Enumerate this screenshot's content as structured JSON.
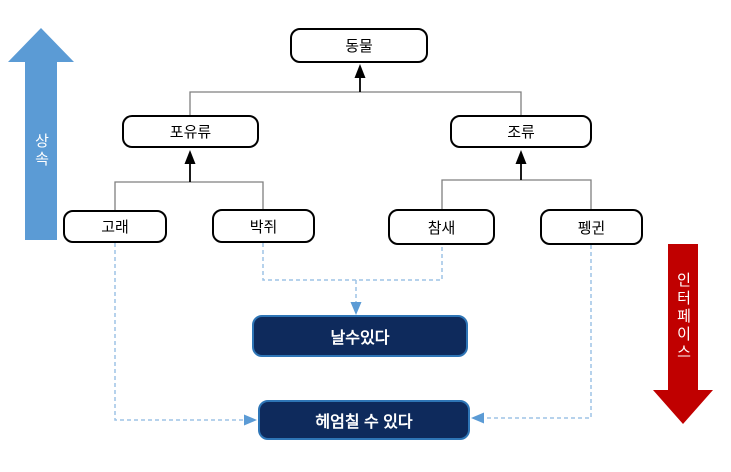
{
  "diagram": {
    "nodes": {
      "animal": {
        "label": "동물"
      },
      "mammal": {
        "label": "포유류"
      },
      "bird": {
        "label": "조류"
      },
      "whale": {
        "label": "고래"
      },
      "bat": {
        "label": "박쥐"
      },
      "sparrow": {
        "label": "참새"
      },
      "penguin": {
        "label": "펭귄"
      }
    },
    "interfaces": {
      "can_fly": {
        "label": "날수있다"
      },
      "can_swim": {
        "label": "헤엄칠 수 있다"
      }
    },
    "side_arrows": {
      "inheritance": {
        "label": "상속"
      },
      "interface": {
        "label": "인터페이스"
      }
    },
    "colors": {
      "background": "#FFFFFF",
      "inheritance_arrow": "#5B9BD5",
      "interface_arrow": "#C00000",
      "interface_box_fill": "#0E2A5C",
      "interface_box_border": "#2E75B6",
      "node_fill": "#FFFFFF",
      "node_border": "#000000",
      "tree_line": "#7F7F7F",
      "tree_arrowhead": "#000000",
      "dashed_line": "#9DC3E6",
      "dashed_arrowhead": "#5B9BD5"
    }
  }
}
